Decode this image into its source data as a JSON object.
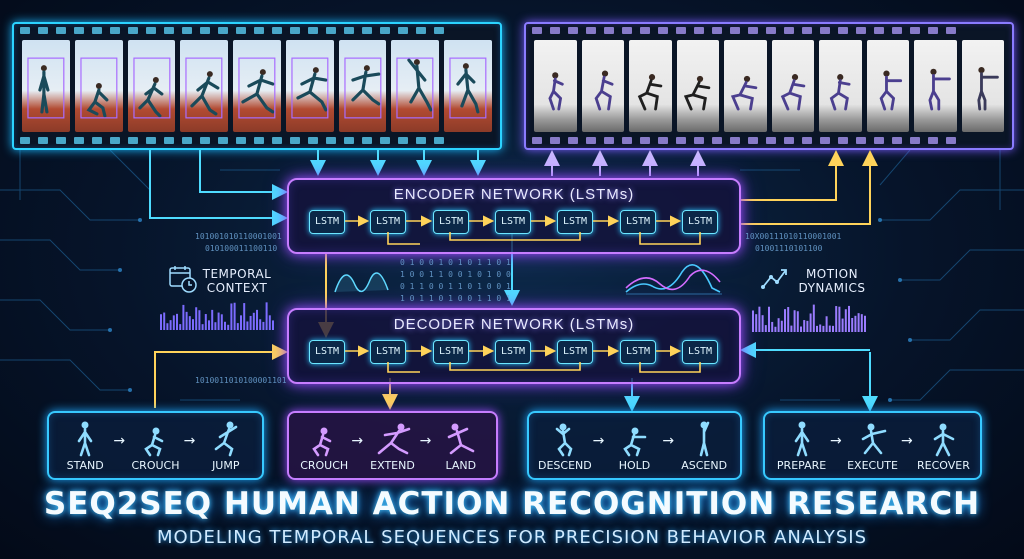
{
  "encoder": {
    "title": "ENCODER NETWORK (LSTMs)",
    "cells": [
      "LSTM",
      "LSTM",
      "LSTM",
      "LSTM",
      "LSTM",
      "LSTM",
      "LSTM"
    ]
  },
  "decoder": {
    "title": "DECODER NETWORK (LSTMs)",
    "cells": [
      "LSTM",
      "LSTM",
      "LSTM",
      "LSTM",
      "LSTM",
      "LSTM",
      "LSTM"
    ]
  },
  "labels": {
    "temporal_context": [
      "TEMPORAL",
      "CONTEXT"
    ],
    "motion_dynamics": [
      "MOTION",
      "DYNAMICS"
    ]
  },
  "binary": {
    "left_top": "101001010110001001",
    "left_mid": "010100011100110",
    "left_bottom": "1010011010100001101",
    "right_top": "10X00111010110001001",
    "right_mid": "01001110101100",
    "center": [
      "0 1 0 0 1 0 1 0 1 1 0 1",
      "1 0 0 1 1 0 0 1 0 1 0 0",
      "0 1 1 0 0 1 1 0 1 0 0 1",
      "1 0 1 1 0 1 0 0 1 1 0 1"
    ]
  },
  "action_sequences": [
    {
      "style": "blue",
      "steps": [
        "STAND",
        "CROUCH",
        "JUMP"
      ]
    },
    {
      "style": "purple",
      "steps": [
        "CROUCH",
        "EXTEND",
        "LAND"
      ]
    },
    {
      "style": "blue",
      "steps": [
        "DESCEND",
        "HOLD",
        "ASCEND"
      ]
    },
    {
      "style": "blue",
      "steps": [
        "PREPARE",
        "EXECUTE",
        "RECOVER"
      ]
    }
  ],
  "icons": {
    "arrow": "→",
    "temporal": "calendar-clock-icon",
    "motion": "trend-line-icon"
  },
  "title": "SEQ2SEQ HUMAN ACTION RECOGNITION RESEARCH",
  "subtitle": "MODELING TEMPORAL SEQUENCES FOR PRECISION BEHAVIOR ANALYSIS",
  "colors": {
    "cyan": "#2bd3ff",
    "purple": "#c77dff",
    "yellow": "#ffd35a",
    "background": "#06142a"
  }
}
